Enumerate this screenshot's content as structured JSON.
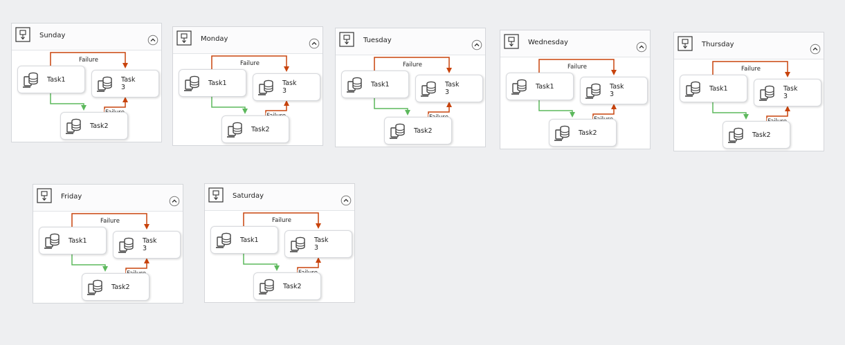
{
  "containers": [
    {
      "title": "Sunday"
    },
    {
      "title": "Monday"
    },
    {
      "title": "Tuesday"
    },
    {
      "title": "Wednesday"
    },
    {
      "title": "Thursday"
    },
    {
      "title": "Friday"
    },
    {
      "title": "Saturday"
    }
  ],
  "tasks": {
    "task1": "Task1",
    "task2": "Task2",
    "task3": "Task\n3"
  },
  "constraints": {
    "failure_label": "Failure"
  },
  "colors": {
    "failure": "#c8430c",
    "success": "#5cb85c"
  },
  "icons": {
    "container": "sequence-container-icon",
    "collapse": "collapse-chevron-icon",
    "task": "execute-sql-task-icon"
  }
}
